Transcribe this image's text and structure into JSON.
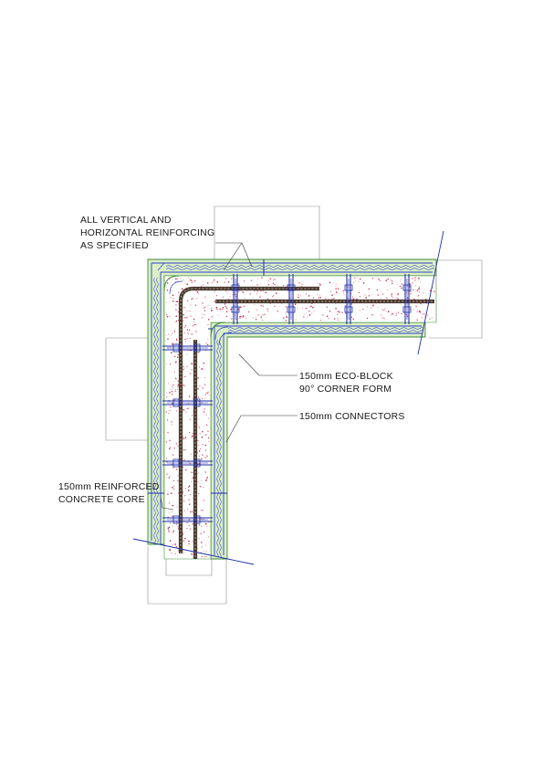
{
  "drawing": {
    "callouts": {
      "reinforcing_line1": "ALL VERTICAL AND",
      "reinforcing_line2": "HORIZONTAL REINFORCING",
      "reinforcing_line3": "AS SPECIFIED",
      "corner_form_line1": "150mm ECO-BLOCK",
      "corner_form_line2": "90° CORNER FORM",
      "connectors": "150mm CONNECTORS",
      "core_line1": "150mm REINFORCED",
      "core_line2": "CONCRETE CORE"
    },
    "colors": {
      "insulation_fill": "#dcefc4",
      "outline_green": "#3d8a3d",
      "wave_blue": "#2b3fd0",
      "steel_blue": "#1f2fa8",
      "rebar": "#4a3a30",
      "concrete_speck": "#c0304a",
      "concrete_speck_light": "#d66a7a",
      "dimension_grey": "#8c8c8c",
      "leader": "#333333"
    },
    "icons": [
      "rebar-bar",
      "connector-tie",
      "cut-line"
    ]
  }
}
